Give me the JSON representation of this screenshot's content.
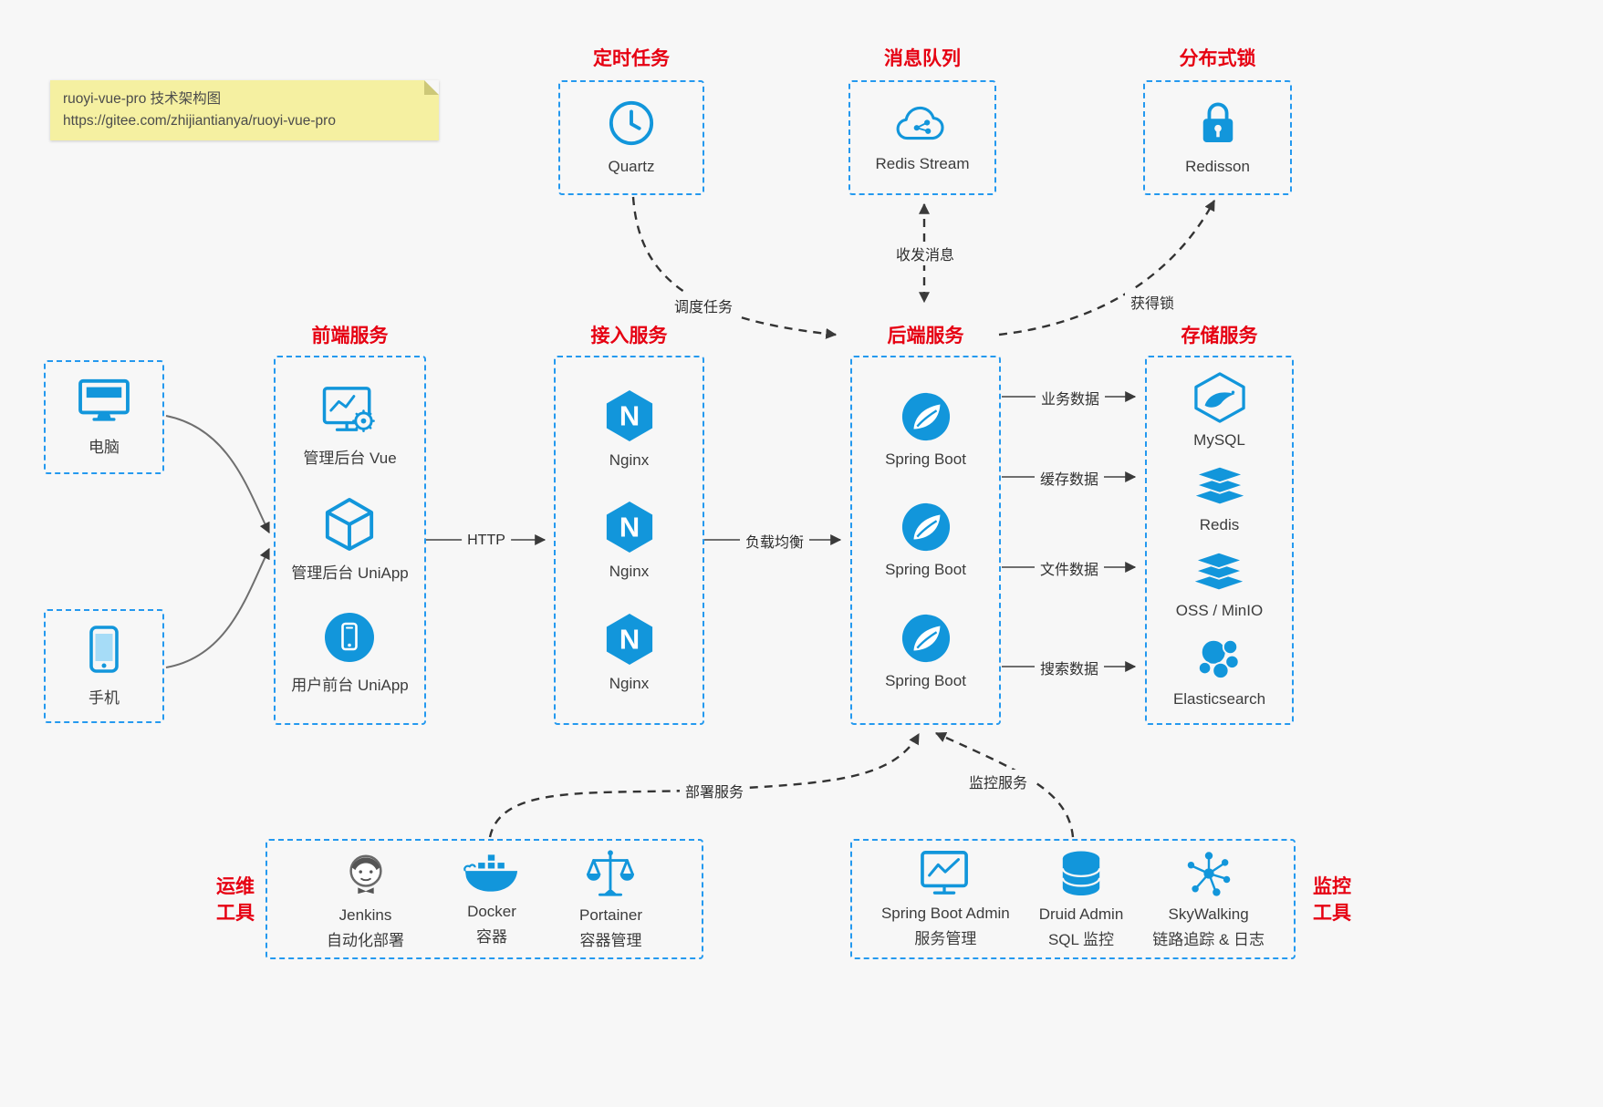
{
  "colors": {
    "accent": "#1296db",
    "title_red": "#e60012",
    "border_blue": "#2499ef",
    "note_bg": "#f5f0a1",
    "background": "#f7f7f7"
  },
  "note": {
    "title": "ruoyi-vue-pro 技术架构图",
    "url": "https://gitee.com/zhijiantianya/ruoyi-vue-pro"
  },
  "nginx_letter": "N",
  "top_groups": [
    {
      "title": "定时任务",
      "item": {
        "label": "Quartz",
        "icon": "clock-icon"
      }
    },
    {
      "title": "消息队列",
      "item": {
        "label": "Redis Stream",
        "icon": "cloud-stream-icon"
      }
    },
    {
      "title": "分布式锁",
      "item": {
        "label": "Redisson",
        "icon": "lock-icon"
      }
    }
  ],
  "devices": [
    {
      "label": "电脑",
      "icon": "desktop-icon"
    },
    {
      "label": "手机",
      "icon": "smartphone-icon"
    }
  ],
  "columns": [
    {
      "title": "前端服务",
      "items": [
        {
          "label": "管理后台 Vue",
          "icon": "admin-vue-icon"
        },
        {
          "label": "管理后台 UniApp",
          "icon": "admin-uniapp-icon"
        },
        {
          "label": "用户前台 UniApp",
          "icon": "user-uniapp-icon"
        }
      ]
    },
    {
      "title": "接入服务",
      "items": [
        {
          "label": "Nginx",
          "icon": "nginx-icon"
        },
        {
          "label": "Nginx",
          "icon": "nginx-icon"
        },
        {
          "label": "Nginx",
          "icon": "nginx-icon"
        }
      ]
    },
    {
      "title": "后端服务",
      "items": [
        {
          "label": "Spring Boot",
          "icon": "spring-boot-icon"
        },
        {
          "label": "Spring Boot",
          "icon": "spring-boot-icon"
        },
        {
          "label": "Spring Boot",
          "icon": "spring-boot-icon"
        }
      ]
    },
    {
      "title": "存储服务",
      "items": [
        {
          "label": "MySQL",
          "icon": "mysql-icon"
        },
        {
          "label": "Redis",
          "icon": "redis-icon"
        },
        {
          "label": "OSS / MinIO",
          "icon": "oss-minio-icon"
        },
        {
          "label": "Elasticsearch",
          "icon": "elasticsearch-icon"
        }
      ]
    }
  ],
  "edges": {
    "http": "HTTP",
    "load_balance": "负载均衡",
    "business_data": "业务数据",
    "cache_data": "缓存数据",
    "file_data": "文件数据",
    "search_data": "搜索数据",
    "schedule_task": "调度任务",
    "send_receive": "收发消息",
    "acquire_lock": "获得锁",
    "deploy_service": "部署服务",
    "monitor_service": "监控服务"
  },
  "bottom_groups": [
    {
      "side_label": "运维\n工具",
      "items": [
        {
          "name": "Jenkins",
          "desc": "自动化部署",
          "icon": "jenkins-icon"
        },
        {
          "name": "Docker",
          "desc": "容器",
          "icon": "docker-icon"
        },
        {
          "name": "Portainer",
          "desc": "容器管理",
          "icon": "portainer-icon"
        }
      ]
    },
    {
      "side_label": "监控\n工具",
      "items": [
        {
          "name": "Spring Boot Admin",
          "desc": "服务管理",
          "icon": "spring-boot-admin-icon"
        },
        {
          "name": "Druid Admin",
          "desc": "SQL 监控",
          "icon": "druid-icon"
        },
        {
          "name": "SkyWalking",
          "desc": "链路追踪 & 日志",
          "icon": "skywalking-icon"
        }
      ]
    }
  ]
}
